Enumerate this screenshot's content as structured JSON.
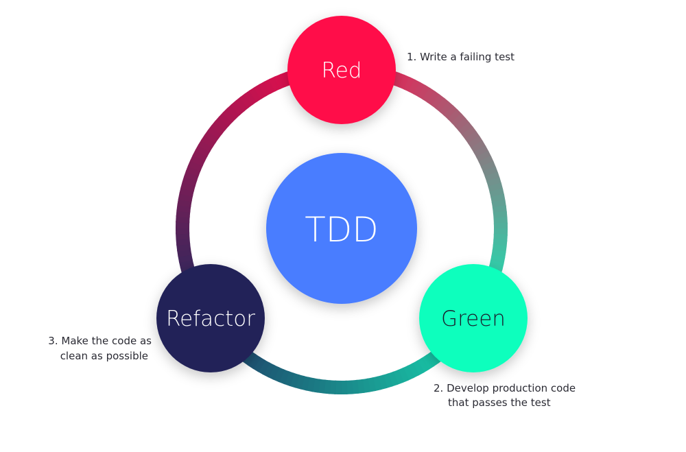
{
  "diagram": {
    "center": {
      "label": "TDD",
      "color": "#4a7dff"
    },
    "nodes": {
      "red": {
        "label": "Red",
        "color": "#ff0a4a"
      },
      "green": {
        "label": "Green",
        "color": "#0affbd"
      },
      "refactor": {
        "label": "Refactor",
        "color": "#212258"
      }
    },
    "steps": {
      "red": {
        "line1": "1. Write a failing test"
      },
      "green": {
        "line1": "2. Develop production code",
        "line2": "that passes the test"
      },
      "refactor": {
        "line1": "3. Make the code as",
        "line2": "clean as possible"
      }
    },
    "ring_colors": {
      "red": "#ff0a4a",
      "green": "#16e8b7",
      "refactor": "#1f2a5e"
    }
  }
}
